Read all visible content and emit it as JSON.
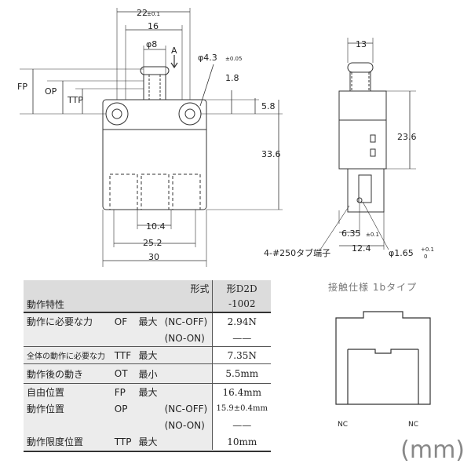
{
  "front_view": {
    "dims": {
      "width_top": "22",
      "width_top_tol": "±0.1",
      "width_16": "16",
      "dia_plunger": "φ8",
      "arrow_label": "A",
      "hole_dia": "φ4.3",
      "hole_tol": "±0.05",
      "dim_1_8": "1.8",
      "dim_5_8": "5.8",
      "height": "33.6",
      "fp": "FP",
      "op": "OP",
      "ttp": "TTP",
      "dim_10_4": "10.4",
      "dim_25_2": "25.2",
      "dim_30": "30"
    }
  },
  "side_view": {
    "dims": {
      "width_13": "13",
      "height_23_6": "23.6",
      "dim_6_35": "6.35",
      "dim_6_35_tol": "±0.1",
      "dim_12_4": "12.4",
      "terminal_dia": "φ1.65",
      "terminal_tol_plus": "+0.1",
      "terminal_tol_minus": "0",
      "terminal_label": "4-#250タブ端子"
    }
  },
  "spec_table": {
    "model_label": "形式",
    "model_value_1": "形D2D",
    "model_value_2": "-1002",
    "char_label": "動作特性",
    "rows": [
      {
        "name": "動作に必要な力",
        "sym": "OF",
        "cond": "最大",
        "note": "(NC-OFF)",
        "value": "2.94N"
      },
      {
        "name": "",
        "sym": "",
        "cond": "",
        "note": "(NO-ON)",
        "value": "——"
      },
      {
        "name": "全体の動作に必要な力",
        "sym": "TTF",
        "cond": "最大",
        "note": "",
        "value": "7.35N"
      },
      {
        "name": "動作後の動き",
        "sym": "OT",
        "cond": "最小",
        "note": "",
        "value": "5.5mm"
      },
      {
        "name": "自由位置",
        "sym": "FP",
        "cond": "最大",
        "note": "",
        "value": "16.4mm"
      },
      {
        "name": "動作位置",
        "sym": "OP",
        "cond": "",
        "note": "(NC-OFF)",
        "value": "15.9±0.4mm"
      },
      {
        "name": "",
        "sym": "",
        "cond": "",
        "note": "(NO-ON)",
        "value": "——"
      },
      {
        "name": "動作限度位置",
        "sym": "TTP",
        "cond": "最大",
        "note": "",
        "value": "10mm"
      }
    ]
  },
  "contact": {
    "title": "接触仕様 1bタイプ",
    "nc_left": "NC",
    "nc_right": "NC"
  },
  "unit": "(mm)"
}
